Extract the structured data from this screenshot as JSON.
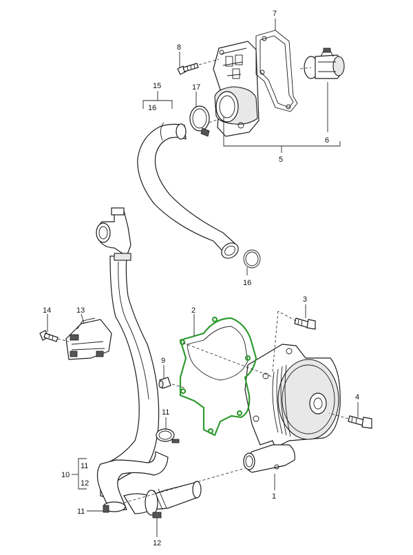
{
  "callouts": {
    "c1": "1",
    "c2": "2",
    "c3": "3",
    "c4": "4",
    "c5": "5",
    "c6": "6",
    "c7": "7",
    "c8": "8",
    "c9": "9",
    "c10": "10",
    "c11_top": "11",
    "c11_bracket": "11",
    "c11_low": "11",
    "c12_bracket": "12",
    "c12_low": "12",
    "c13": "13",
    "c14": "14",
    "c15": "15",
    "c16_bracket": "16",
    "c16_ring": "16",
    "c17": "17"
  },
  "colors": {
    "highlight": "#2f9a2f",
    "line": "#1a1a1a",
    "background": "#ffffff"
  }
}
